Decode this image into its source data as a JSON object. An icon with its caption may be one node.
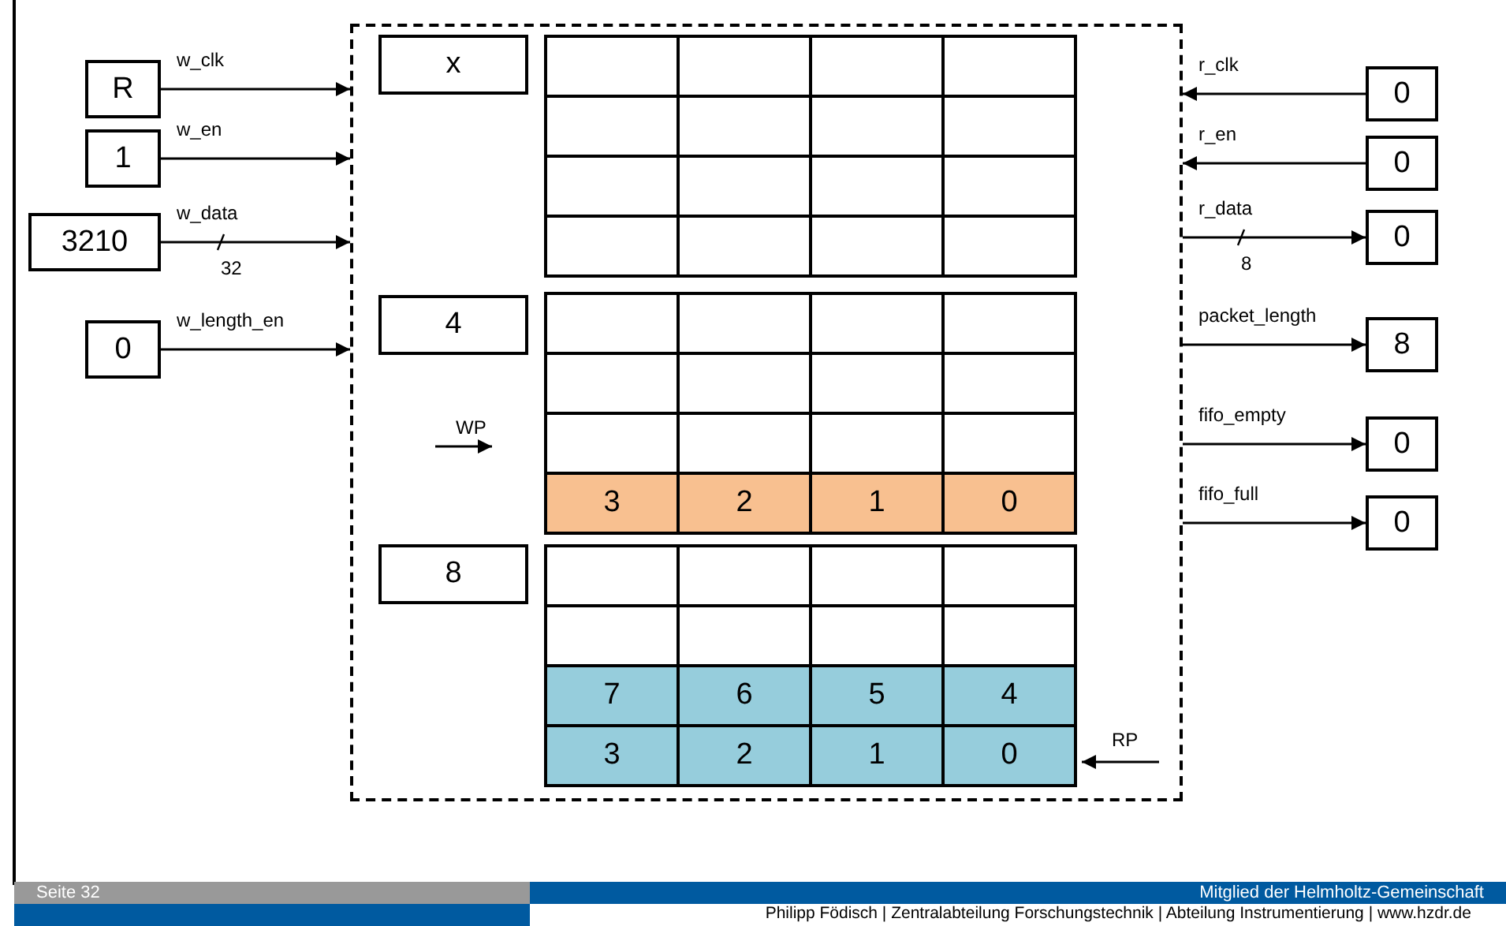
{
  "diagram": {
    "nodes": [
      {
        "text": [
          "R"
        ]
      },
      {
        "text": [
          "1"
        ]
      },
      {
        "text": [
          "3210"
        ]
      },
      {
        "text": [
          "0"
        ]
      },
      {
        "text": [],
        "shape": "box"
      },
      {
        "text": [
          "x"
        ],
        "in": 4
      },
      {
        "text": [
          "4"
        ],
        "in": 4
      },
      {
        "text": [
          "8"
        ],
        "in": 4
      },
      {
        "text": [
          "0"
        ]
      },
      {
        "text": [
          "0"
        ]
      },
      {
        "text": [
          "0"
        ]
      },
      {
        "text": [
          "8"
        ]
      },
      {
        "text": [
          "0"
        ]
      },
      {
        "text": [
          "0"
        ]
      }
    ],
    "edges": [
      {
        "from": 0,
        "to": 4,
        "arrow": "to",
        "label": "w_clk"
      },
      {
        "from": 1,
        "to": 4,
        "arrow": "to",
        "label": "w_en"
      },
      {
        "from": 2,
        "to": 4,
        "arrow": "to",
        "label": "w_data"
      },
      {
        "from": 3,
        "to": 4,
        "arrow": "to",
        "label": "w_length_en"
      },
      {
        "from": 8,
        "to": 4,
        "arrow": "to",
        "label": "r_clk"
      },
      {
        "from": 9,
        "to": 4,
        "arrow": "to",
        "label": "r_en"
      },
      {
        "from": 4,
        "to": 10,
        "arrow": "to",
        "label": "r_data"
      },
      {
        "from": 4,
        "to": 11,
        "arrow": "to",
        "label": "packet_length"
      },
      {
        "from": 4,
        "to": 12,
        "arrow": "to",
        "label": "fifo_empty"
      },
      {
        "from": 4,
        "to": 13,
        "arrow": "to",
        "label": "fifo_full"
      }
    ],
    "labels": [
      "32",
      "8",
      "WP",
      "3",
      "2",
      "1",
      "0",
      "7",
      "6",
      "5",
      "4",
      "3",
      "2",
      "1",
      "0",
      "RP",
      "Seite 32",
      "Mitglied der Helmholtz-Gemeinschaft",
      "Philipp Födisch | Zentralabteilung Forschungstechnik | Abteilung Instrumentierung | www.hzdr.de"
    ]
  }
}
